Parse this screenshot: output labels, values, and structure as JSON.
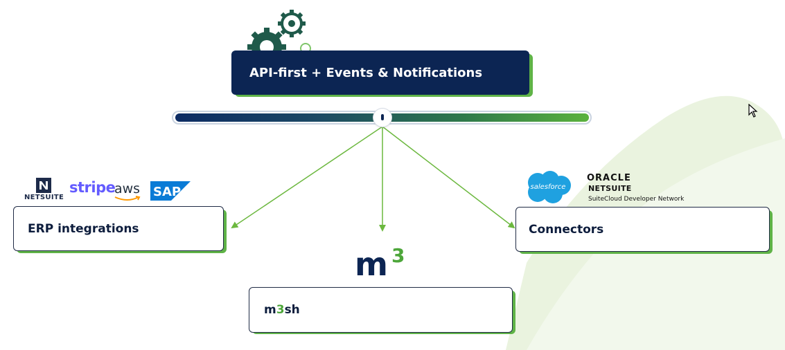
{
  "top_box": {
    "title": "API-first + Events & Notifications"
  },
  "cards": {
    "erp": "ERP integrations",
    "connectors": "Connectors",
    "m3sh_prefix": "m",
    "m3sh_mid": "3",
    "m3sh_suffix": "sh"
  },
  "logos": {
    "netsuite": "NETSUITE",
    "stripe": "stripe",
    "aws": "aws",
    "sap": "SAP",
    "salesforce": "salesforce",
    "oracle": "ORACLE",
    "netsuite_oracle": "NETSUITE",
    "suitecloud": "SuiteCloud Developer Network",
    "m3_main": "m",
    "m3_sup": "3"
  },
  "colors": {
    "navy": "#0c2553",
    "green": "#5fb347",
    "stripe_purple": "#635bff",
    "sap_blue": "#0a7bd6",
    "salesforce_blue": "#1fa1e0"
  }
}
